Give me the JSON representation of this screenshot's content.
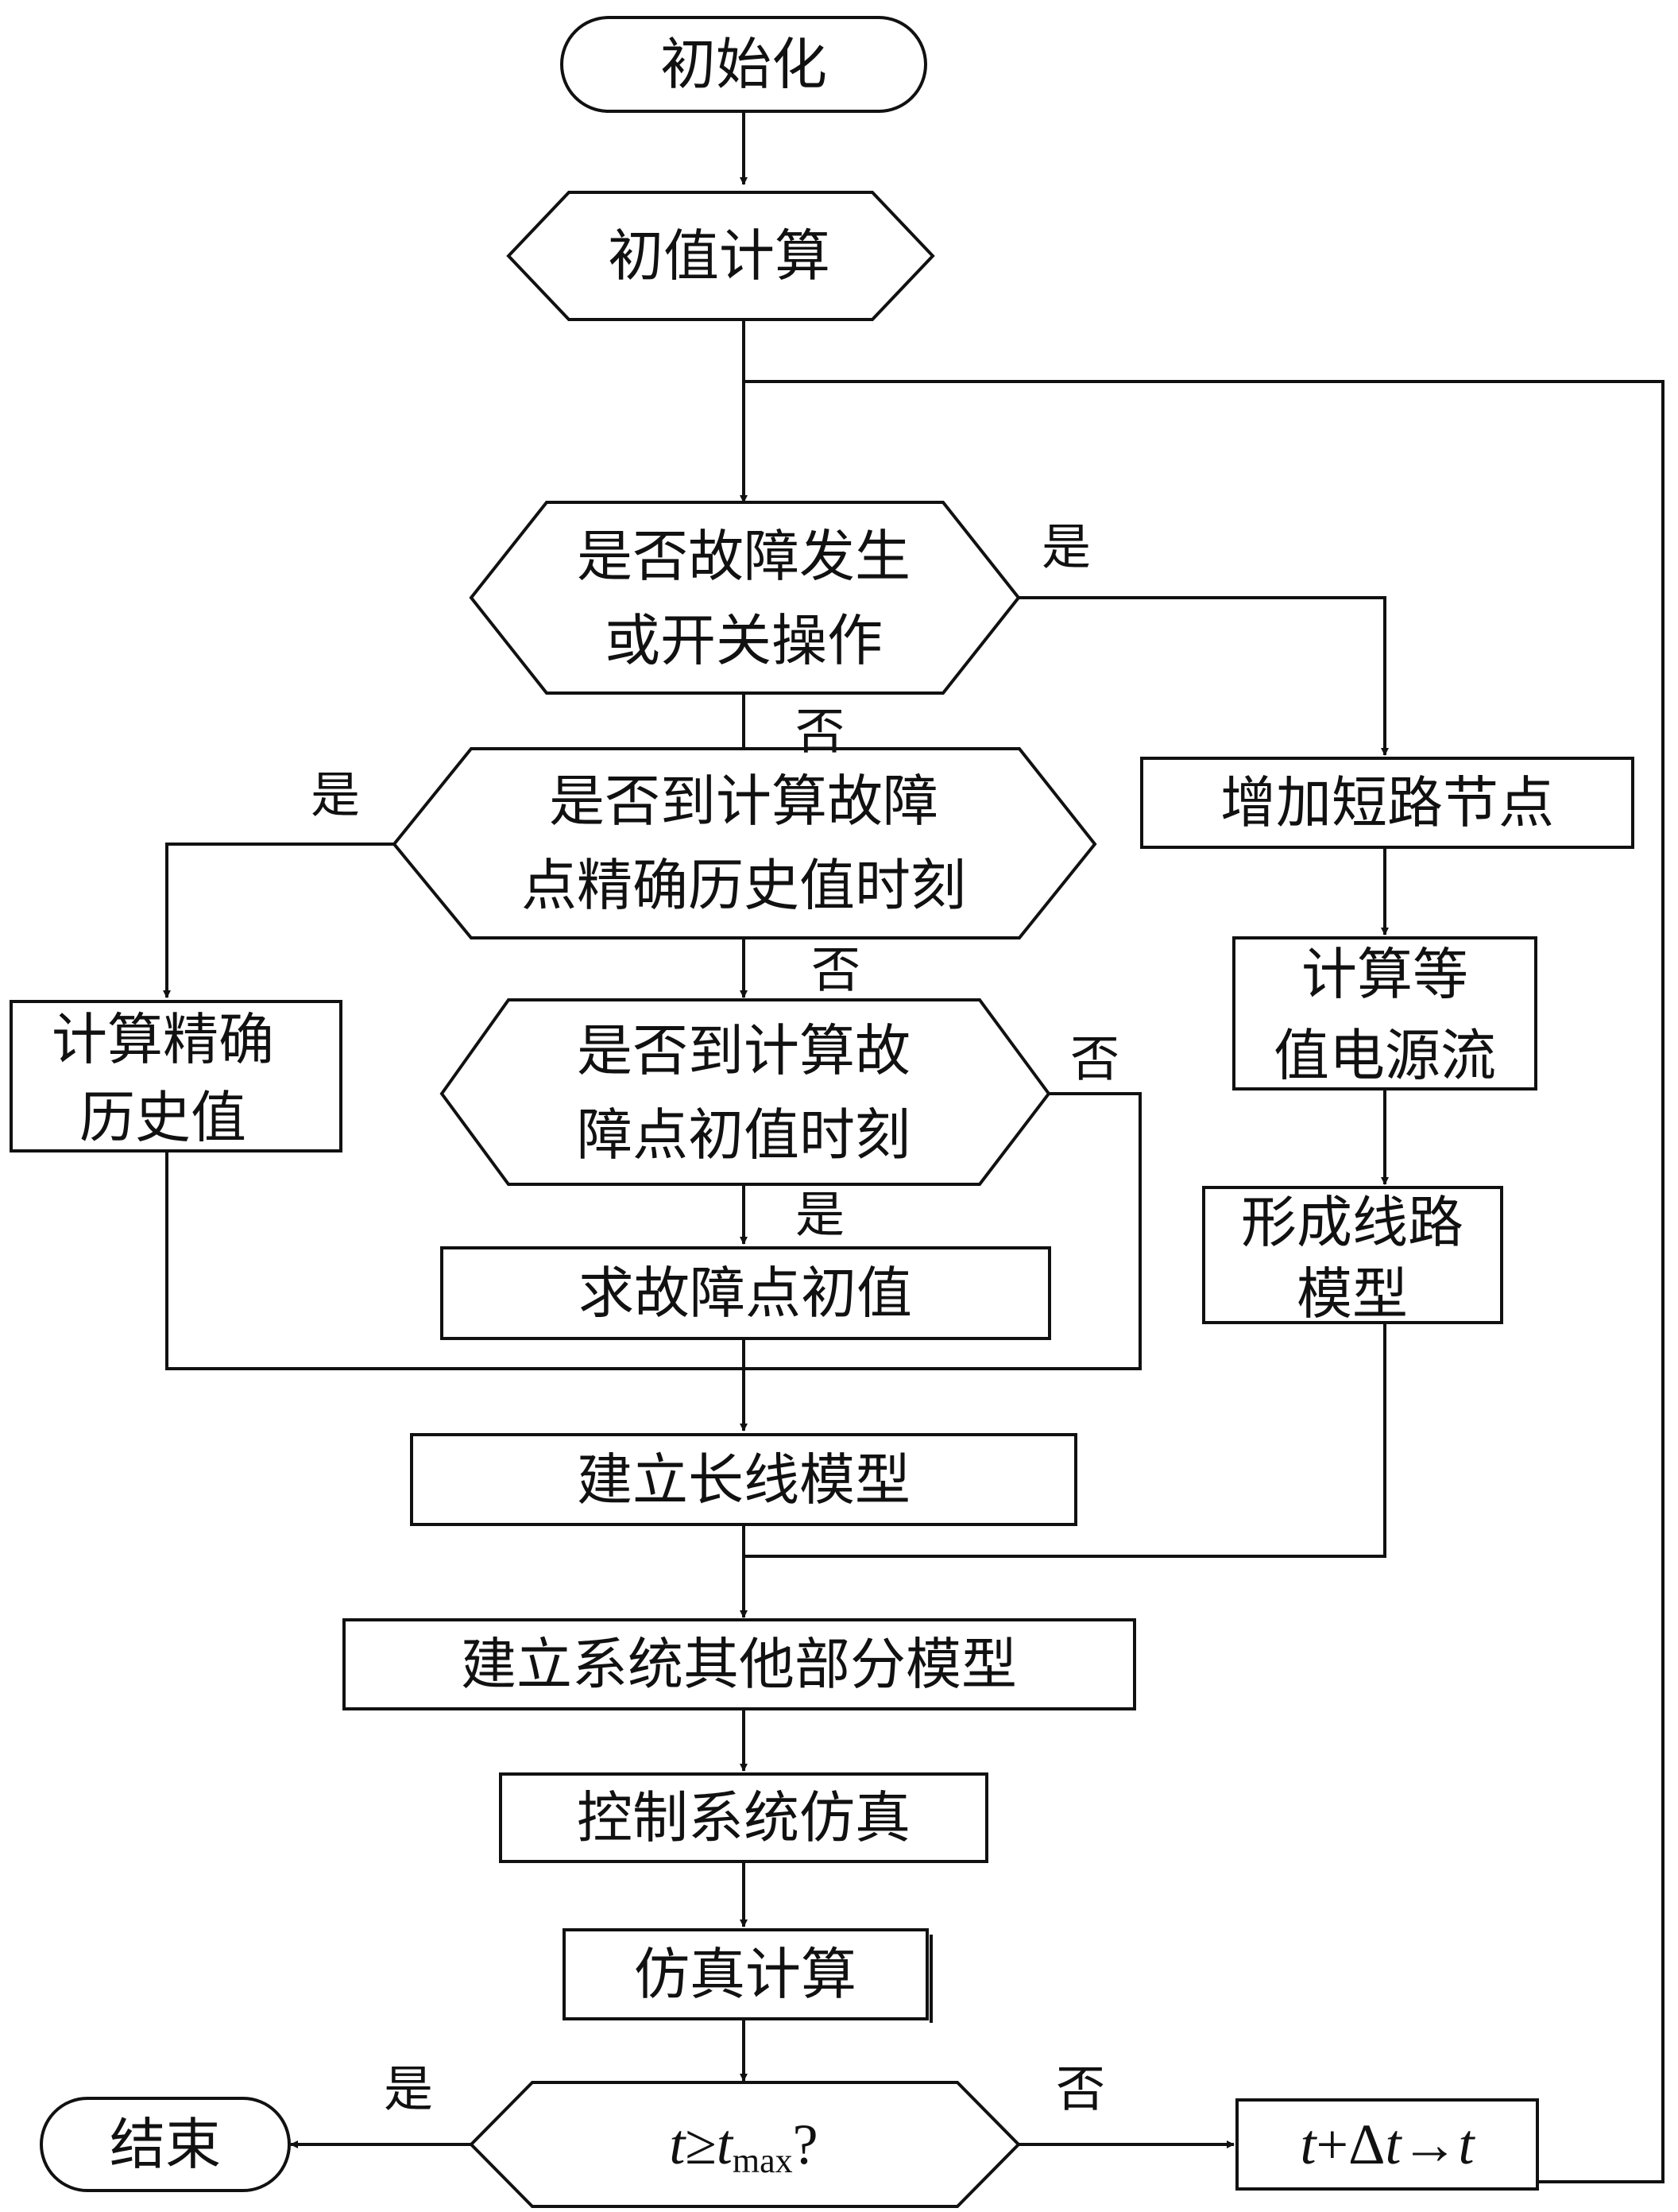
{
  "nodes": {
    "init": "初始化",
    "initial_calc": "初值计算",
    "fault_check": [
      "是否故障发生",
      "或开关操作"
    ],
    "exact_history_check": [
      "是否到计算故障",
      "点精确历史值时刻"
    ],
    "initial_time_check": [
      "是否到计算故",
      "障点初值时刻"
    ],
    "calc_exact_history": [
      "计算精确",
      "历史值"
    ],
    "fault_initial_value": "求故障点初值",
    "long_line_model": "建立长线模型",
    "other_parts_model": "建立系统其他部分模型",
    "control_sim": "控制系统仿真",
    "sim_calc": "仿真计算",
    "tmax_check": {
      "t": "t",
      "op": "≥",
      "tmax_t": "t",
      "tmax_sub": "max",
      "q": "?"
    },
    "end": "结束",
    "add_short_node": "增加短路节点",
    "equiv_source": [
      "计算等",
      "值电源流"
    ],
    "line_model": [
      "形成线路",
      "模型"
    ],
    "time_step": {
      "lhs": "t",
      "plus_delta": "+Δ",
      "t2": "t",
      "arrow": "→",
      "rhs": "t"
    }
  },
  "labels": {
    "yes": "是",
    "no": "否"
  }
}
